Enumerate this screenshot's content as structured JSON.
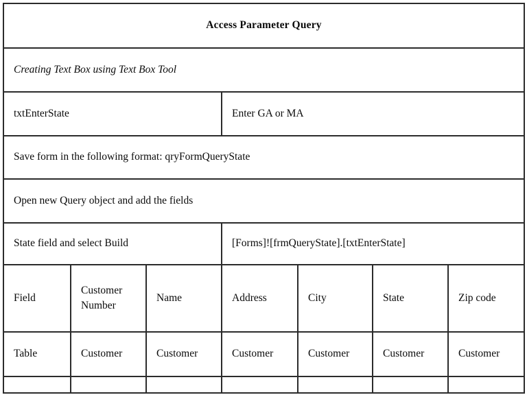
{
  "document": {
    "title": "Access Parameter Query",
    "subtitle": "Creating Text Box using Text Box Tool"
  },
  "colors": {
    "header_blue": "#8cb1e3",
    "row_tint_blue": "#d3dce9",
    "row_plain": "#ffffff",
    "border": "#2b2b2b",
    "text": "#0a0a0a"
  },
  "rows": {
    "textbox": {
      "name": "txtEnterState",
      "prompt": "Enter GA or MA"
    },
    "save": {
      "text": "Save form in the following format: qryFormQueryState"
    },
    "open_query": {
      "text": "Open new Query object and add the fields"
    },
    "build": {
      "label": "State field and select Build",
      "expression": "[Forms]![frmQueryState].[txtEnterState]"
    }
  },
  "grid": {
    "field_row": {
      "header": "Field",
      "cells": [
        "Customer Number",
        "Name",
        "Address",
        "City",
        "State",
        "Zip code"
      ]
    },
    "table_row": {
      "header": "Table",
      "cells": [
        "Customer",
        "Customer",
        "Customer",
        "Customer",
        "Customer",
        "Customer"
      ]
    },
    "partial_row": {
      "header": "",
      "cells": [
        "",
        "",
        "",
        "",
        "",
        ""
      ]
    }
  }
}
